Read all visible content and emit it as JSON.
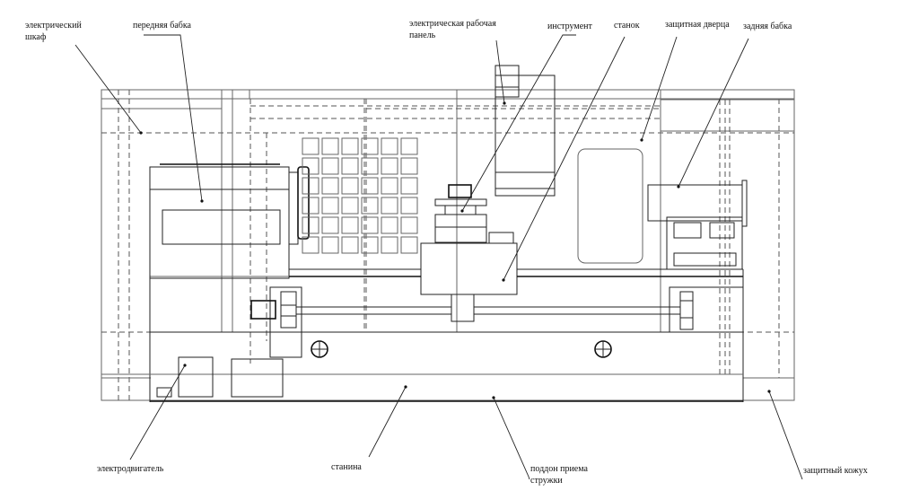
{
  "diagram": {
    "type": "lathe-schematic",
    "labels": {
      "electric_cabinet": "электрический\nшкаф",
      "headstock": "передняя бабка",
      "control_panel": "электрическая рабочая\nпанель",
      "tool": "инструмент",
      "machine": "станок",
      "protective_door": "защитная дверца",
      "tailstock": "задняя бабка",
      "motor": "электродвигатель",
      "bed": "станина",
      "chip_tray": "поддон приема\nстружки",
      "protective_cover": "защитный кожух"
    },
    "chuck_grid": {
      "rows": 6,
      "cols": 6
    }
  }
}
